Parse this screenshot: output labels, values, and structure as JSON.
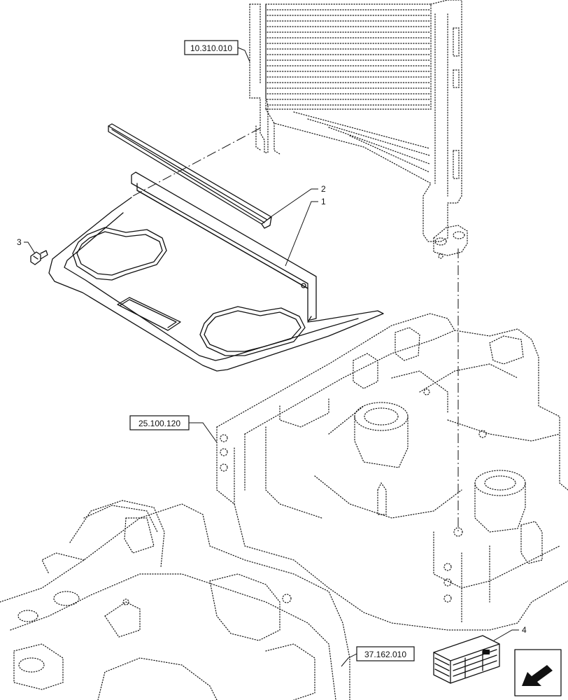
{
  "references": {
    "radiator": "10.310.010",
    "front_support": "25.100.120",
    "front_axle": "37.162.010"
  },
  "callouts": {
    "item1": "1",
    "item2": "2",
    "item3": "3",
    "item4": "4"
  },
  "icons": {
    "kit": "wooden-crate-kit-icon",
    "direction": "front-direction-arrow-icon"
  }
}
